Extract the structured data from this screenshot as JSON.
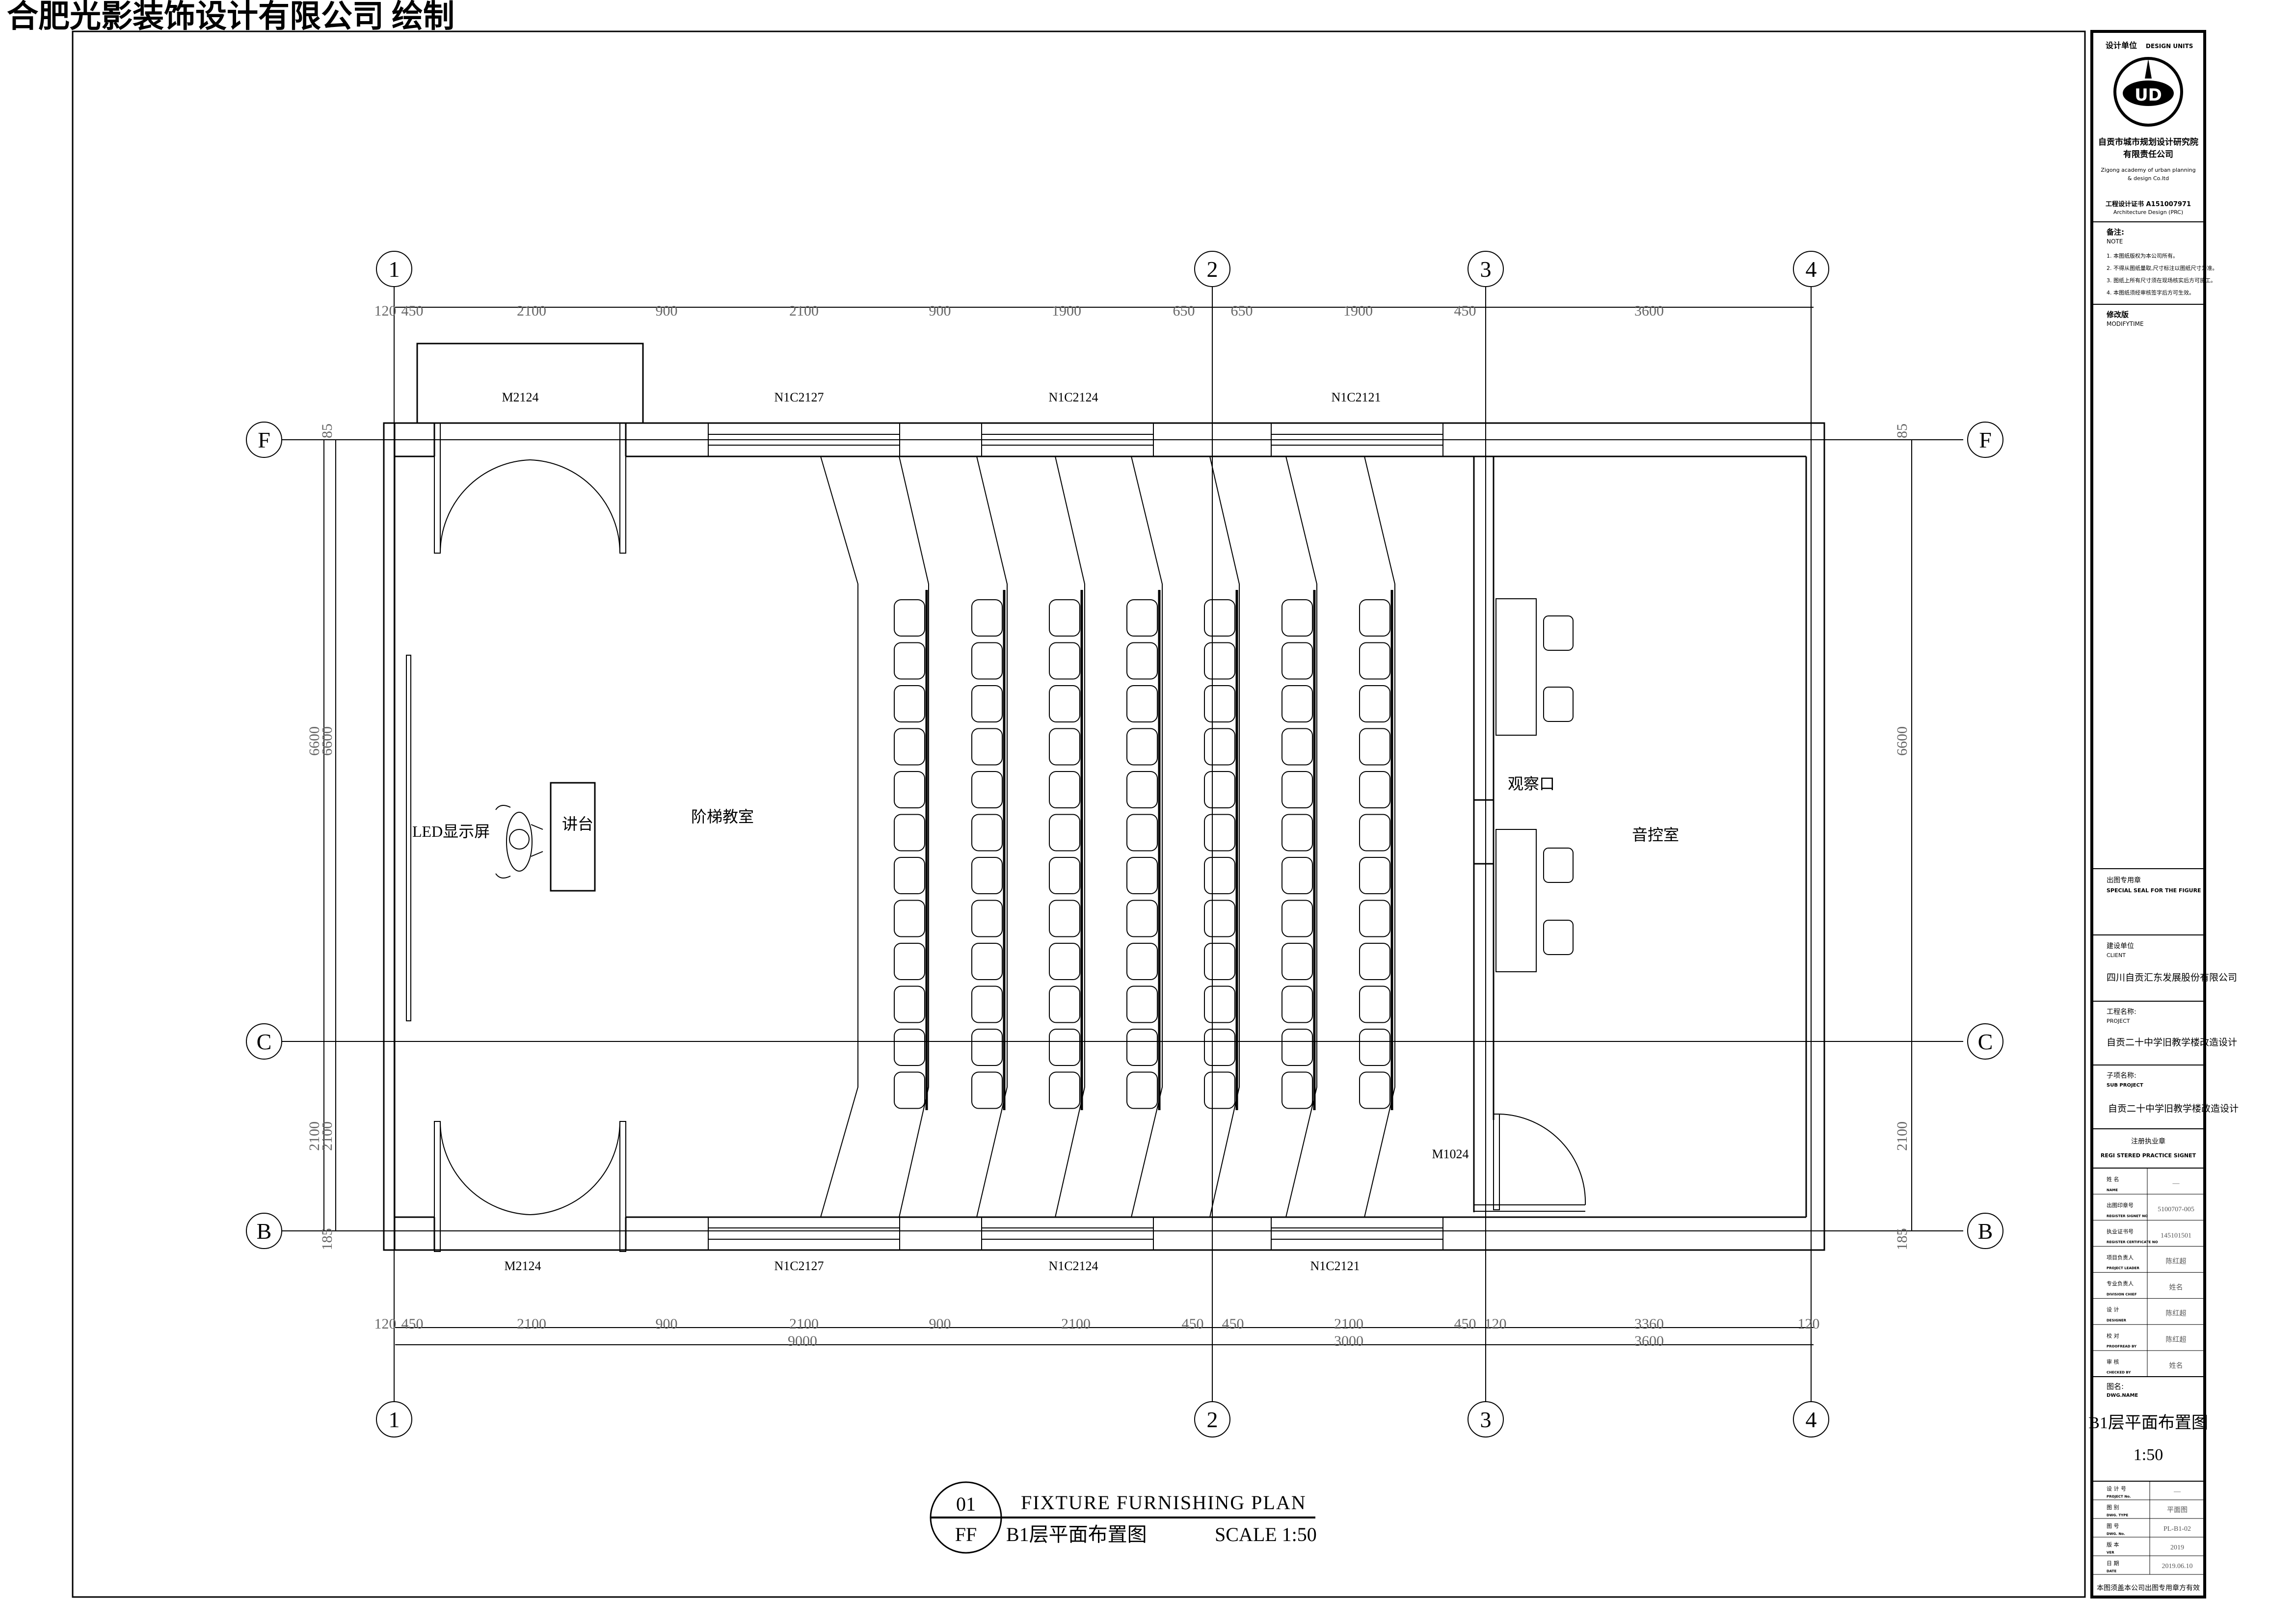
{
  "watermark": "合肥光影装饰设计有限公司 绘制",
  "axes": {
    "columns": [
      "1",
      "2",
      "3",
      "4"
    ],
    "rows": [
      "F",
      "C",
      "B"
    ]
  },
  "dimensions": {
    "top": [
      "120",
      "450",
      "2100",
      "900",
      "2100",
      "900",
      "1900",
      "650",
      "650",
      "1900",
      "450",
      "3600"
    ],
    "bottom_detail": [
      "120",
      "450",
      "2100",
      "900",
      "2100",
      "900",
      "2100",
      "450",
      "450",
      "2100",
      "450",
      "120",
      "3360",
      "120"
    ],
    "bottom_total": [
      "9000",
      "3000",
      "3600"
    ],
    "left_outer": [
      "6600",
      "2100"
    ],
    "left_inner": [
      "85",
      "6600",
      "2100",
      "185"
    ],
    "right": [
      "85",
      "6600",
      "2100",
      "185"
    ]
  },
  "doors": {
    "top_left": "M2124",
    "bottom_left": "M2124",
    "control": "M1024"
  },
  "windows": {
    "top": [
      "N1C2127",
      "N1C2124",
      "N1C2121"
    ],
    "bottom": [
      "N1C2127",
      "N1C2124",
      "N1C2121"
    ]
  },
  "rooms": {
    "led": "LED显示屏",
    "podium": "讲台",
    "classroom": "阶梯教室",
    "window": "观察口",
    "control": "音控室"
  },
  "plan_title": {
    "number": "01",
    "code": "FF",
    "english": "FIXTURE FURNISHING PLAN",
    "chinese": "B1层平面布置图",
    "scale": "SCALE 1:50"
  },
  "title_block": {
    "design_unit_label": "设计单位",
    "design_unit_en": "DESIGN UNITS",
    "logo_text": "UD",
    "institute": [
      "自贡市城市规划设计研究院",
      "有限责任公司"
    ],
    "institute_en": [
      "Zigong academy of urban planning",
      "& design Co.ltd"
    ],
    "certificate": [
      "工程设计证书 A151007971",
      "Architecture Design (PRC)"
    ],
    "notes_label": "备注:",
    "notes_en": "NOTE",
    "notes": [
      "1. 本图纸版权为本公司所有。",
      "2. 不得从图纸量取,尺寸标注以图纸尺寸为准。",
      "3. 图纸上所有尺寸须在现场核实后方可施工。",
      "4. 本图纸须经审核签字后方可生效。"
    ],
    "modify_label": "修改版",
    "modify_en": "MODIFYTIME",
    "seal_label": "出图专用章",
    "seal_en": "SPECIAL SEAL FOR THE FIGURE",
    "client_label": "建设单位",
    "client_en": "CLIENT",
    "client": "四川自贡汇东发展股份有限公司",
    "project_label": "工程名称:",
    "project_en": "PROJECT",
    "project": "自贡二十中学旧教学楼改造设计",
    "subproject_label": "子项名称:",
    "subproject_en": "SUB PROJECT",
    "subproject": "自贡二十中学旧教学楼改造设计",
    "stamp_label": "注册执业章",
    "stamp_en": "REGI STERED PRACTICE SIGNET",
    "staff": [
      {
        "label": "姓 名",
        "en": "NAME",
        "value": "—"
      },
      {
        "label": "出图印章号",
        "en": "REGISTER SIGNET NO",
        "value": "5100707-005"
      },
      {
        "label": "执业证书号",
        "en": "REGISTER CERTIFICATE NO",
        "value": "145101501"
      },
      {
        "label": "项目负责人",
        "en": "PROJECT LEADER",
        "value": "陈红超"
      },
      {
        "label": "专业负责人",
        "en": "DIVISION CHIEF",
        "value": "姓名"
      },
      {
        "label": "设 计",
        "en": "DESIGNER",
        "value": "陈红超"
      },
      {
        "label": "校 对",
        "en": "PROOFREAD BY",
        "value": "陈红超"
      },
      {
        "label": "审 核",
        "en": "CHECKED BY",
        "value": "姓名"
      }
    ],
    "drawing_name_label": "图名:",
    "drawing_name_en": "DWG.NAME",
    "drawing_name": "B1层平面布置图",
    "drawing_scale": "1:50",
    "meta": [
      {
        "label": "设 计 号",
        "en": "PROJECT No.",
        "value": "—"
      },
      {
        "label": "图 别",
        "en": "DWG. TYPE",
        "value": "平面图"
      },
      {
        "label": "图 号",
        "en": "DWG. No.",
        "value": "PL-B1-02"
      },
      {
        "label": "版 本",
        "en": "VER",
        "value": "2019"
      },
      {
        "label": "日 期",
        "en": "DATE",
        "value": "2019.06.10"
      }
    ],
    "footer": "本图须盖本公司出图专用章方有效"
  }
}
